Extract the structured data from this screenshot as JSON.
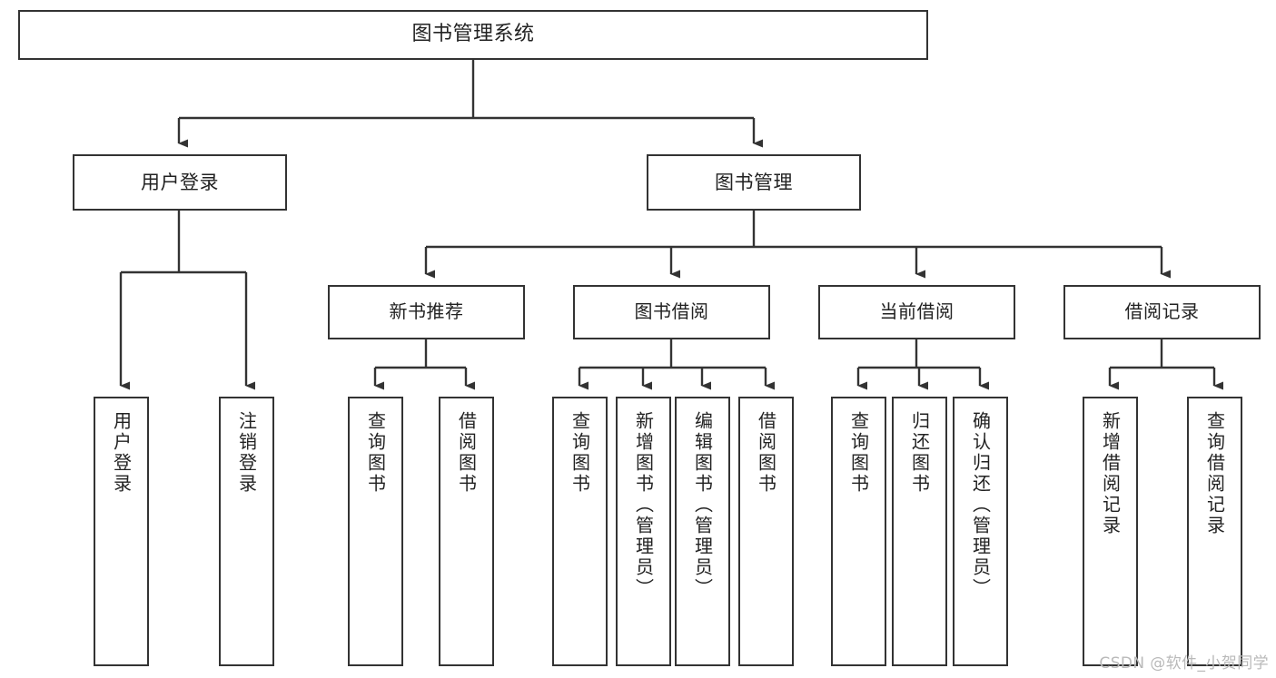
{
  "diagram": {
    "title": "图书管理系统",
    "type": "tree-hierarchy",
    "watermark": "CSDN @软件_小贺同学",
    "colors": {
      "box_border": "#333333",
      "box_fill": "#ffffff",
      "edge": "#333333",
      "text": "#222222",
      "watermark": "#b9b9b9",
      "background": "#ffffff"
    },
    "root": {
      "label": "图书管理系统"
    },
    "level1": [
      {
        "label": "用户登录"
      },
      {
        "label": "图书管理"
      }
    ],
    "level2": [
      {
        "label": "新书推荐"
      },
      {
        "label": "图书借阅"
      },
      {
        "label": "当前借阅"
      },
      {
        "label": "借阅记录"
      }
    ],
    "leaves": {
      "user_login": [
        {
          "label": "用户登录"
        },
        {
          "label": "注销登录"
        }
      ],
      "new_book_recommend": [
        {
          "label": "查询图书"
        },
        {
          "label": "借阅图书"
        }
      ],
      "book_borrow": [
        {
          "label": "查询图书"
        },
        {
          "label": "新增图书（管理员）"
        },
        {
          "label": "编辑图书（管理员）"
        },
        {
          "label": "借阅图书"
        }
      ],
      "current_borrow": [
        {
          "label": "查询图书"
        },
        {
          "label": "归还图书"
        },
        {
          "label": "确认归还（管理员）"
        }
      ],
      "borrow_record": [
        {
          "label": "新增借阅记录"
        },
        {
          "label": "查询借阅记录"
        }
      ]
    }
  }
}
